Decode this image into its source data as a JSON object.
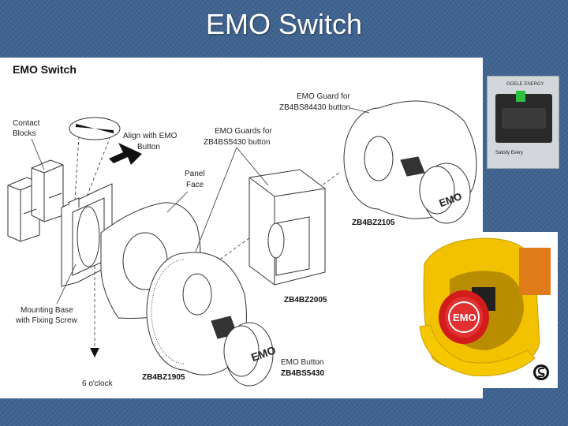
{
  "slide": {
    "title": "EMO Switch"
  },
  "diagram": {
    "title": "EMO Switch",
    "labels": {
      "contact_blocks": [
        "Contact",
        "Blocks"
      ],
      "align": [
        "Align with EMO",
        "Button"
      ],
      "panel_face": [
        "Panel",
        "Face"
      ],
      "guards": [
        "EMO Guards for",
        "ZB4BS5430 button"
      ],
      "guard_single": [
        "EMO Guard for",
        "ZB4BS84430 button"
      ],
      "mounting_base": [
        "Mounting Base",
        "with Fixing Screw"
      ],
      "six_oclock": "6 o'clock",
      "emo_button": "EMO Button",
      "emo_button_part": "ZB4BS5430",
      "part_zb4bz1905": "ZB4BZ1905",
      "part_zb4bz2005": "ZB4BZ2005",
      "part_zb4bz2105": "ZB4BZ2105",
      "button_text": "EMO"
    }
  },
  "photos": {
    "contact_block": {
      "brand": "GOELE ENERGY",
      "line2": "Satisfy Every"
    },
    "guard_button": {
      "button_text": "EMO"
    }
  },
  "colors": {
    "background": "#3d6290",
    "guard_yellow": "#f2c200",
    "button_red": "#d21b1b"
  }
}
